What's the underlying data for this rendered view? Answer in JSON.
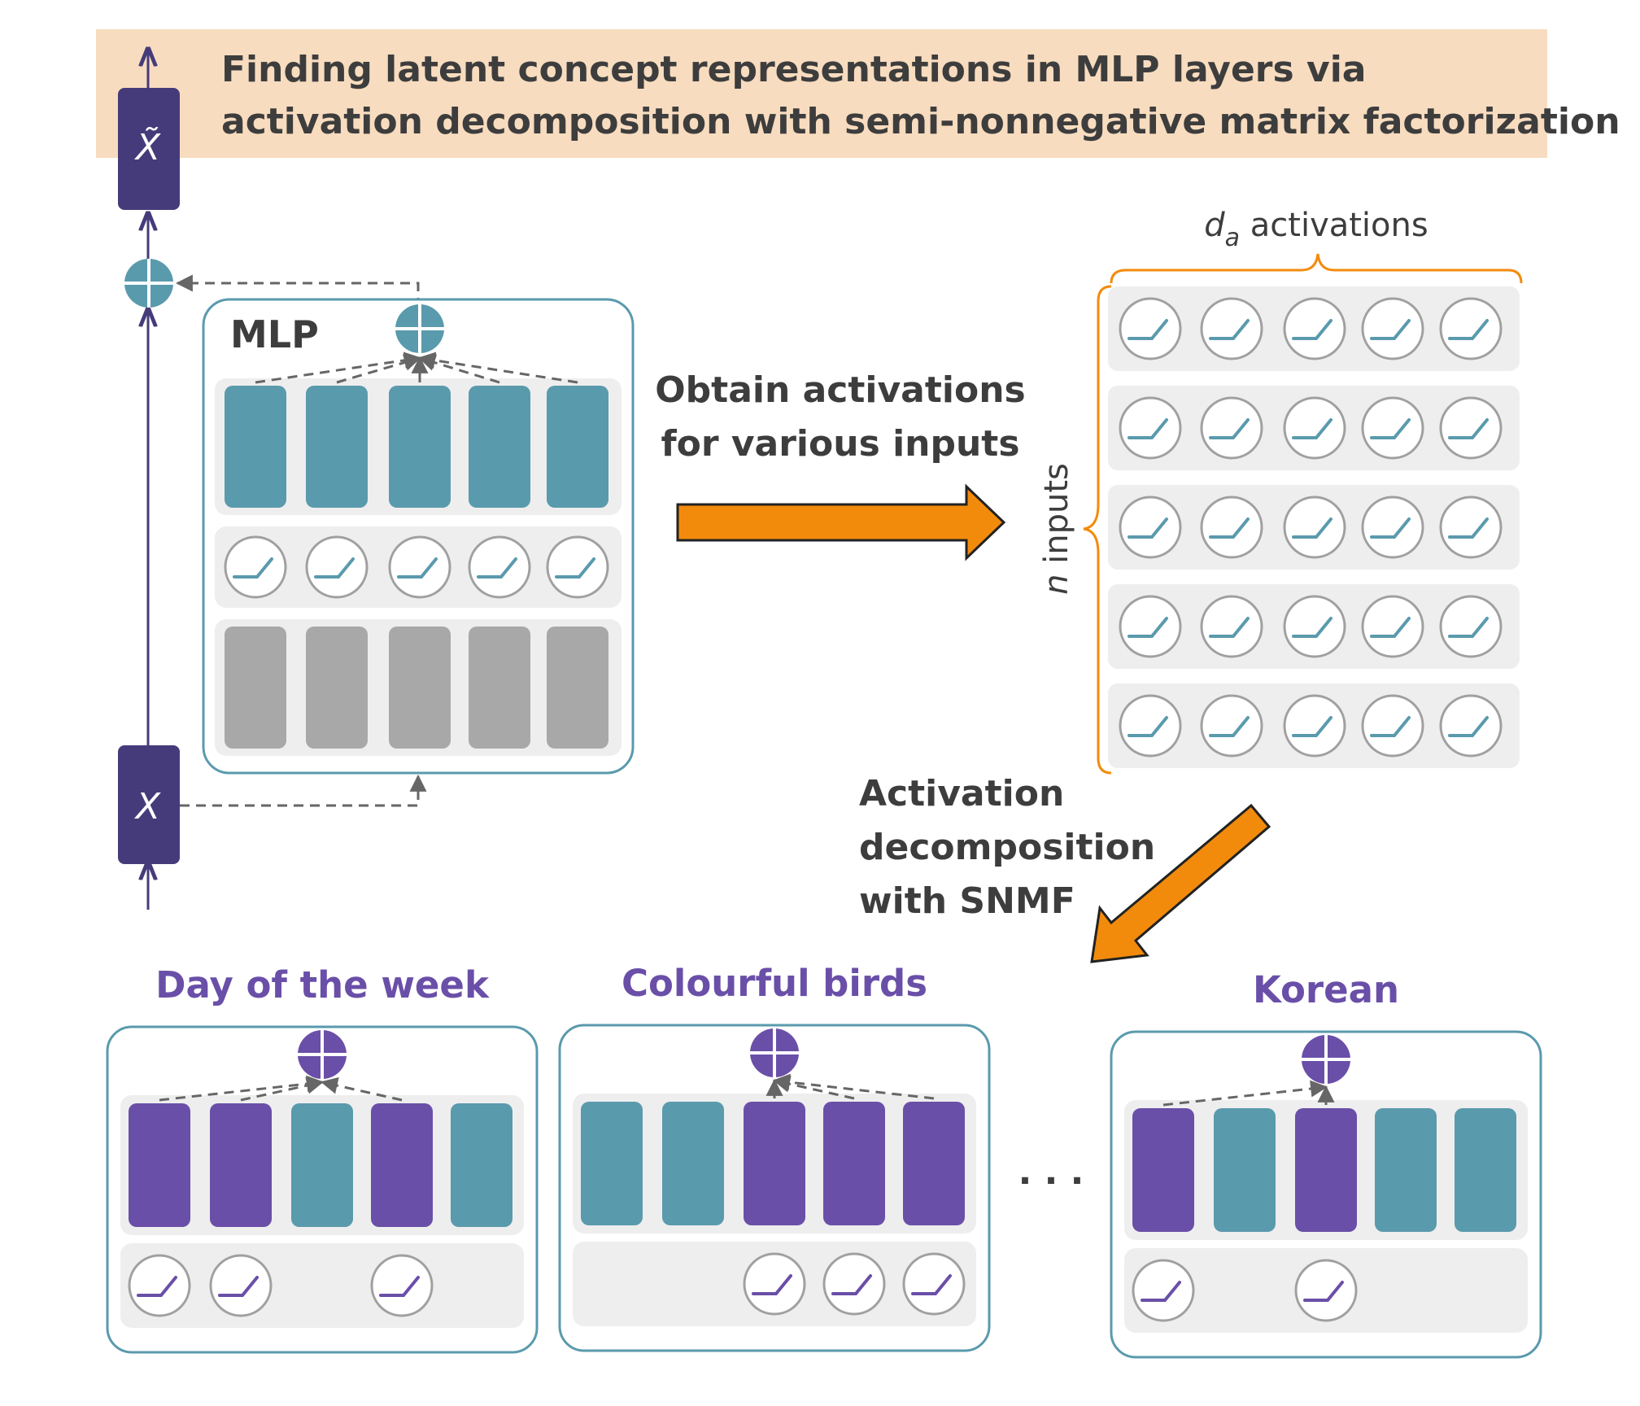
{
  "title": {
    "line1": "Finding latent concept representations in MLP layers via",
    "line2": "activation decomposition with semi-nonnegative matrix factorization"
  },
  "residual": {
    "input_label": "X",
    "output_label": "X̃"
  },
  "mlp": {
    "label": "MLP",
    "num_units": 5
  },
  "step1": {
    "line1": "Obtain activations",
    "line2": "for various inputs"
  },
  "matrix": {
    "cols_label_var": "d",
    "cols_label_sub": "a",
    "cols_label_text": " activations",
    "rows_label_var": "n",
    "rows_label_text": " inputs",
    "rows": 5,
    "cols": 5
  },
  "step2": {
    "line1": "Activation",
    "line2": "decomposition",
    "line3": "with SNMF"
  },
  "concepts": [
    {
      "name": "Day of the week",
      "units": [
        "purple",
        "purple",
        "teal",
        "purple",
        "teal"
      ]
    },
    {
      "name": "Colourful birds",
      "units": [
        "teal",
        "teal",
        "purple",
        "purple",
        "purple"
      ]
    },
    {
      "name": "Korean",
      "units": [
        "purple",
        "teal",
        "purple",
        "teal",
        "teal"
      ]
    }
  ],
  "ellipsis": "· · ·",
  "colors": {
    "teal": "#5a9aad",
    "purple": "#6a4fa8",
    "navy": "#463b7a",
    "gray_unit": "#a8a8a8",
    "orange": "#f28b0c",
    "title_bg": "#f8dcbf",
    "panel_bg": "#eeeeee",
    "border": "#5a9aad"
  }
}
